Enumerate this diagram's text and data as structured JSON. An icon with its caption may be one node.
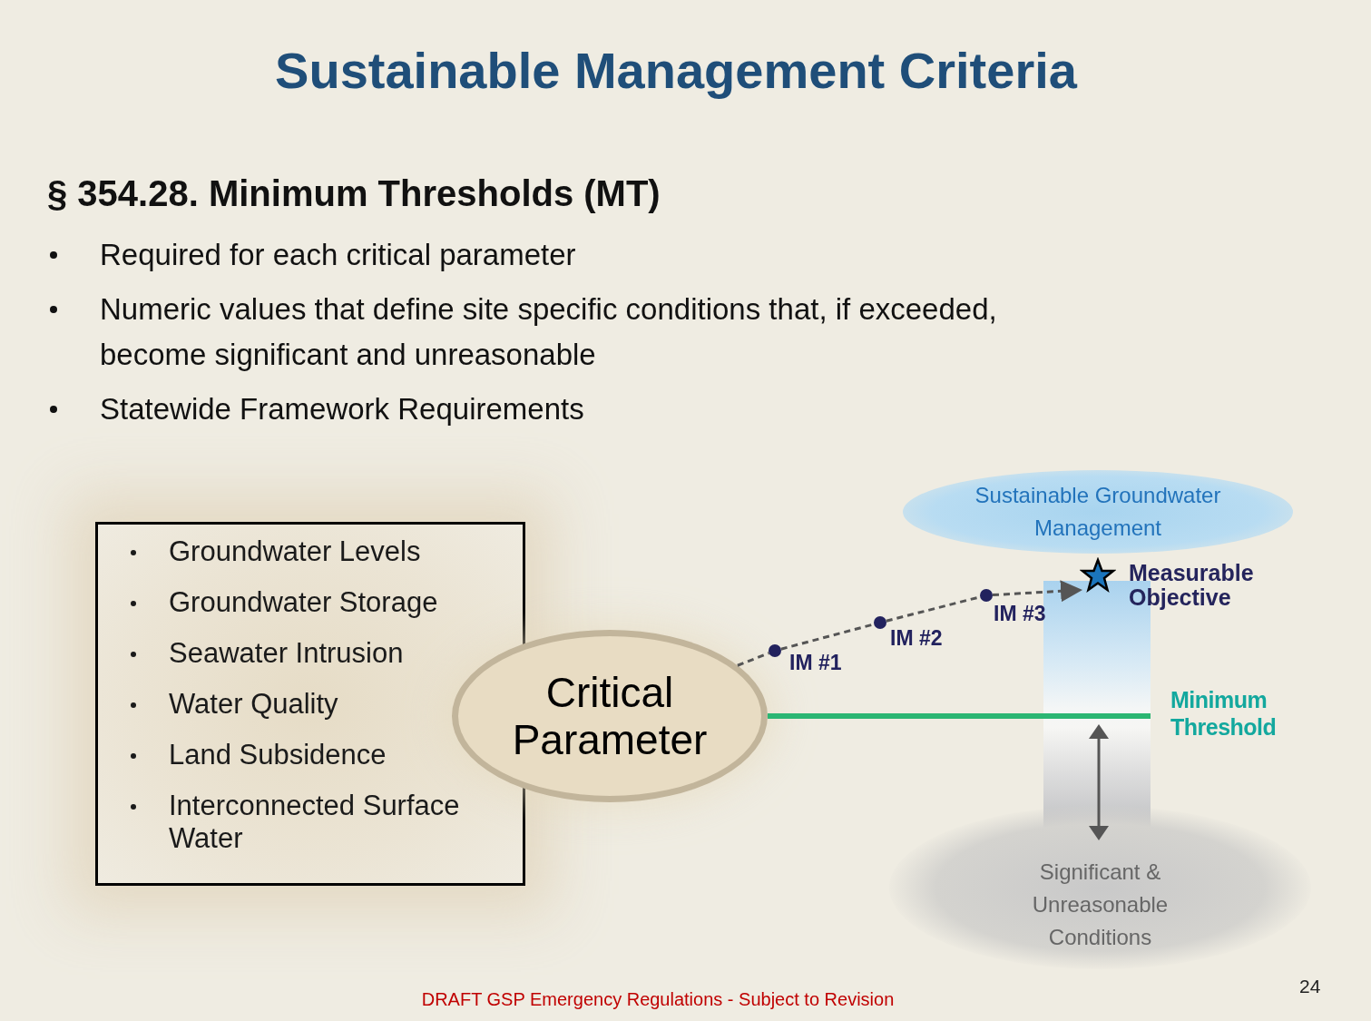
{
  "diagram": {
    "title": "Sustainable Management Criteria",
    "nodes": [
      {
        "text": [
          "Groundwater Levels",
          "Groundwater Storage",
          "Seawater Intrusion",
          "Water Quality",
          "Land Subsidence",
          "Interconnected Surface Water"
        ]
      },
      {
        "text": [
          "Critical Parameter"
        ]
      },
      {
        "text": [],
        "shape": "circle",
        "beside": [
          "IM #1"
        ]
      },
      {
        "text": [],
        "shape": "circle",
        "beside": [
          "IM #2"
        ]
      },
      {
        "text": [],
        "shape": "circle",
        "beside": [
          "IM #3"
        ]
      },
      {
        "text": [
          "Measurable Objective"
        ]
      },
      {
        "text": [
          "Sustainable Groundwater Management"
        ]
      },
      {
        "text": [
          "Minimum Threshold"
        ]
      },
      {
        "text": [
          "Significant & Unreasonable Conditions"
        ]
      }
    ],
    "edges": [
      {
        "from": 1,
        "to": 2,
        "arrow": "none",
        "style": "dashed"
      },
      {
        "from": 2,
        "to": 3,
        "arrow": "none",
        "style": "dashed"
      },
      {
        "from": 3,
        "to": 4,
        "arrow": "none",
        "style": "dashed"
      },
      {
        "from": 4,
        "to": 5,
        "arrow": "to",
        "style": "dashed"
      },
      {
        "from": 1,
        "to": 7,
        "arrow": "none",
        "style": "thick",
        "color": "#2bb673"
      }
    ],
    "labels": [
      "§ 354.28. Minimum Thresholds (MT)",
      "Required for each critical parameter",
      "Numeric values that define site specific conditions that, if exceeded, become significant and unreasonable",
      "Statewide Framework Requirements",
      "DRAFT GSP Emergency Regulations - Subject to Revision",
      "24"
    ]
  }
}
